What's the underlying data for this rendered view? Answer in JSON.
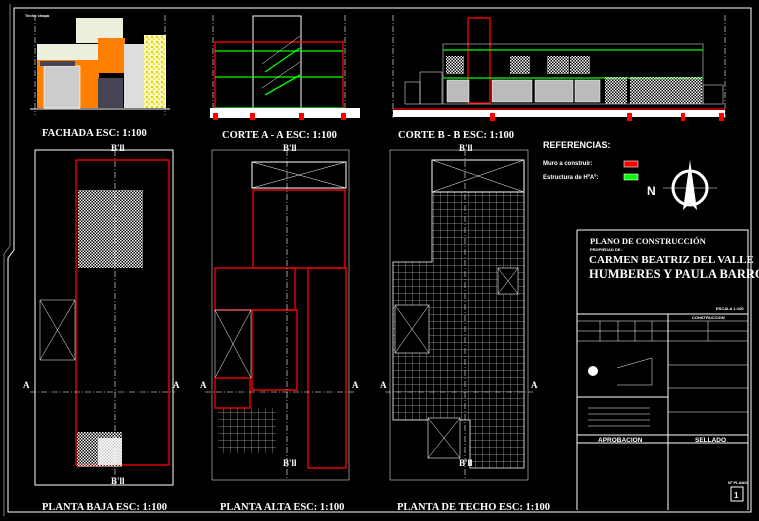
{
  "views": {
    "fachada": "FACHADA ESC: 1:100",
    "corte_a": "CORTE A - A ESC: 1:100",
    "corte_b": "CORTE B - B ESC: 1:100",
    "planta_baja": "PLANTA BAJA ESC: 1:100",
    "planta_alta": "PLANTA ALTA ESC: 1:100",
    "planta_techo": "PLANTA DE TECHO ESC: 1:100"
  },
  "markers": {
    "b": "B'll",
    "a": "A"
  },
  "references": {
    "title": "REFERENCIAS:",
    "items": [
      {
        "label": "Muro a construir:",
        "color": "#ff0000"
      },
      {
        "label": "Estructura de HºAº:",
        "color": "#00ff00"
      }
    ]
  },
  "north": "N",
  "title_block": {
    "heading": "PLANO DE CONSTRUCCIÓN",
    "owner_label": "PROPIEDAD DE:",
    "owner_line1": "CARMEN BEATRIZ DEL VALLE",
    "owner_line2": "HUMBERES Y PAULA BARROS",
    "scale": "ESCALA 1:100",
    "construction": "CONSTRUCCION",
    "approval": "APROBACION",
    "seal": "SELLADO",
    "plan_no_label": "Nº PLANO",
    "plan_no": "1"
  },
  "colors": {
    "wall_new": "#ff0000",
    "structure": "#00ff00",
    "facade_accent": "#ff8000",
    "stone": "#e6e600"
  }
}
